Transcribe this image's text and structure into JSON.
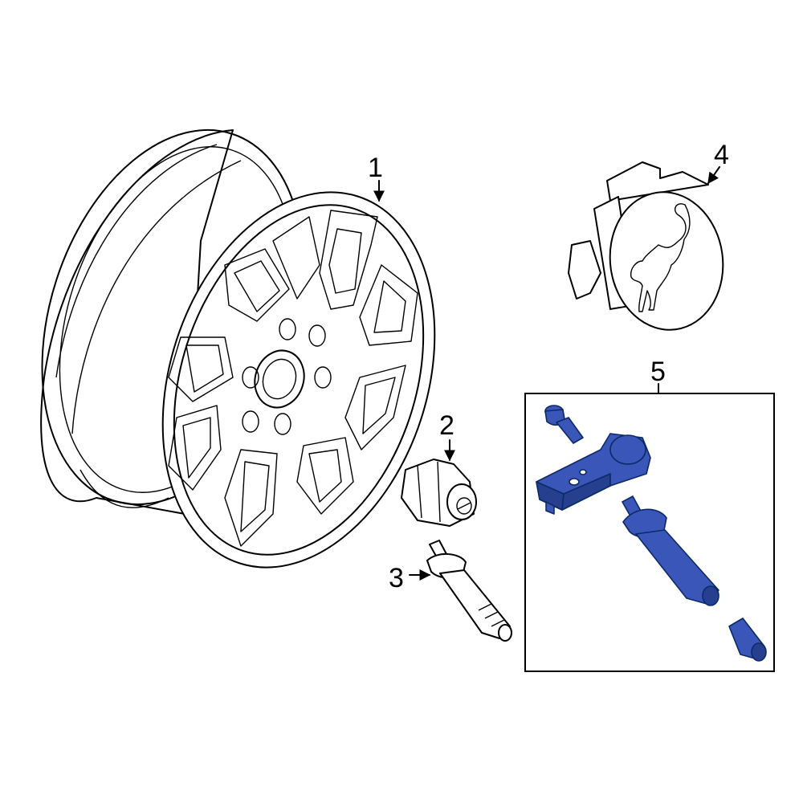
{
  "callouts": {
    "wheel": "1",
    "lug_nut": "2",
    "valve_stem": "3",
    "center_cap": "4",
    "tpms_kit": "5"
  },
  "colors": {
    "line": "#000000",
    "background": "#ffffff",
    "highlight_part": "#3a56b8",
    "highlight_shade": "#26408f"
  }
}
